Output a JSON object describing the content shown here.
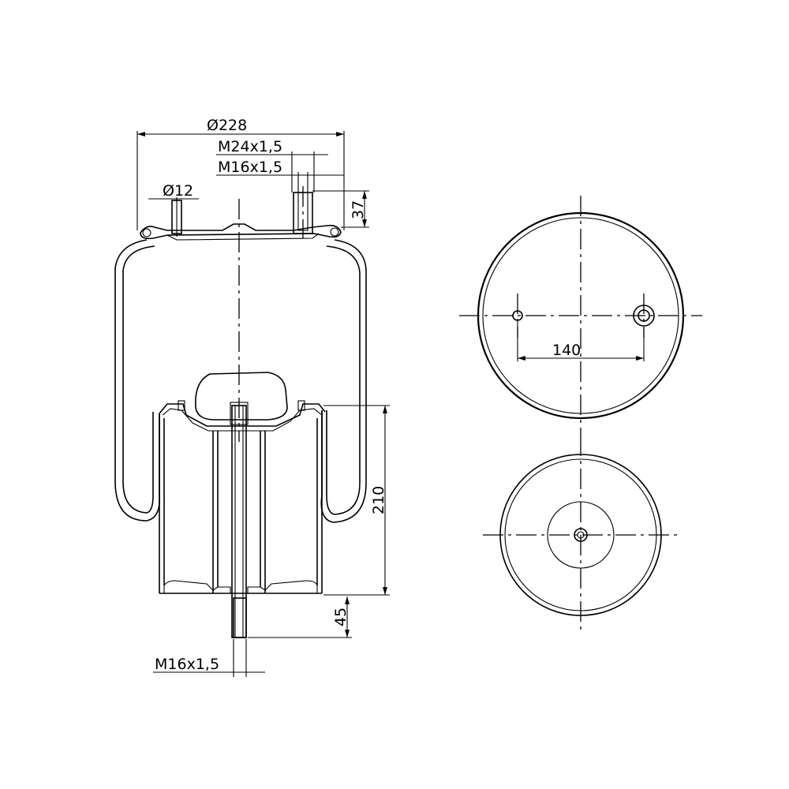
{
  "dimensions": {
    "overall_diameter": "Ø228",
    "top_thread_large": "M24x1,5",
    "top_thread_small": "M16x1,5",
    "pin_diameter": "Ø12",
    "stud_height": "37",
    "piston_height": "210",
    "bottom_stud_length": "45",
    "bottom_thread": "M16x1,5",
    "bolt_spacing": "140"
  }
}
